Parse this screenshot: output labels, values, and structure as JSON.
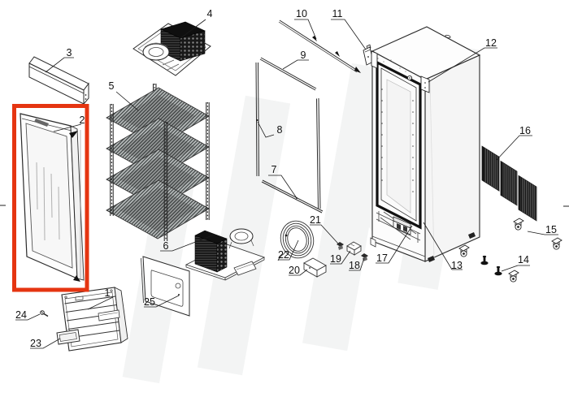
{
  "diagram": {
    "background_color": "#ffffff",
    "line_color": "#1a1a1a",
    "highlight_color": "#e53511",
    "highlighted_part": "2",
    "part_labels": [
      "1",
      "2",
      "3",
      "4",
      "5",
      "6",
      "7",
      "8",
      "9",
      "10",
      "11",
      "12",
      "13",
      "14",
      "15",
      "16",
      "17",
      "18",
      "19",
      "20",
      "21",
      "22",
      "23",
      "24",
      "25"
    ]
  }
}
